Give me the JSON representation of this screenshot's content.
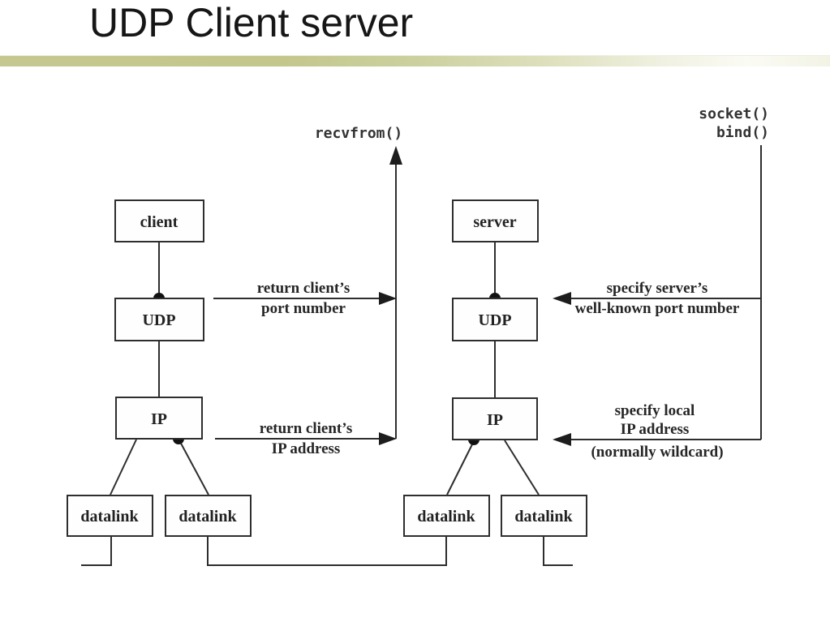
{
  "slide": {
    "title": "UDP Client server"
  },
  "colors": {
    "accent_bar": "#c3c78c",
    "line": "#2e2e2e",
    "text": "#222222",
    "background": "#ffffff"
  },
  "diagram": {
    "calls": {
      "recvfrom": "recvfrom()",
      "socket": "socket()",
      "bind": "bind()"
    },
    "client_stack": {
      "app": "client",
      "udp": "UDP",
      "ip": "IP",
      "datalink_left": "datalink",
      "datalink_right": "datalink"
    },
    "server_stack": {
      "app": "server",
      "udp": "UDP",
      "ip": "IP",
      "datalink_left": "datalink",
      "datalink_right": "datalink"
    },
    "arrows": {
      "return_port": {
        "line1": "return client’s",
        "line2": "port number"
      },
      "return_ip": {
        "line1": "return client’s",
        "line2": "IP address"
      },
      "specify_port": {
        "line1": "specify server’s",
        "line2": "well-known port number"
      },
      "specify_ip": {
        "line1": "specify local",
        "line2": "IP address",
        "line3": "(normally wildcard)"
      }
    }
  }
}
